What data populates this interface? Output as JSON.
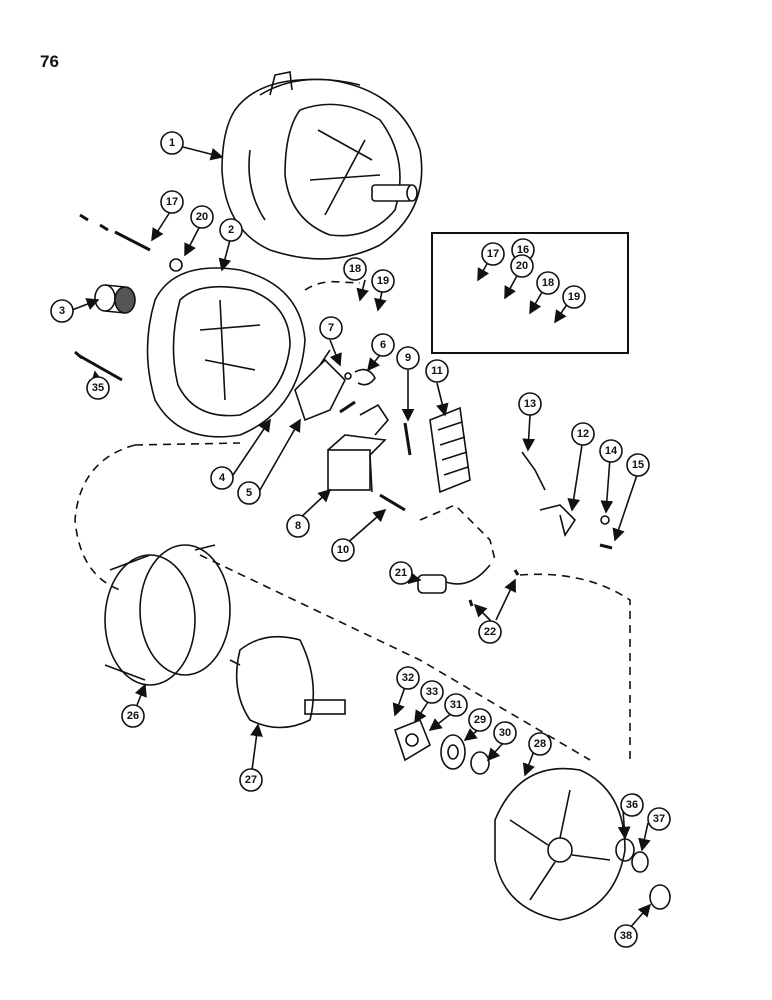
{
  "page_number": "76",
  "callouts": {
    "c1": "1",
    "c2": "2",
    "c3": "3",
    "c4": "4",
    "c5": "5",
    "c6": "6",
    "c7": "7",
    "c8": "8",
    "c9": "9",
    "c10": "10",
    "c11": "11",
    "c12": "12",
    "c13": "13",
    "c14": "14",
    "c15": "15",
    "c16": "16",
    "c17": "17",
    "c17b": "17",
    "c18": "18",
    "c18b": "18",
    "c19": "19",
    "c19b": "19",
    "c20": "20",
    "c20b": "20",
    "c21": "21",
    "c22": "22",
    "c26": "26",
    "c27": "27",
    "c28": "28",
    "c29": "29",
    "c30": "30",
    "c31": "31",
    "c32": "32",
    "c33": "33",
    "c35": "35",
    "c36": "36",
    "c37": "37",
    "c38": "38"
  }
}
